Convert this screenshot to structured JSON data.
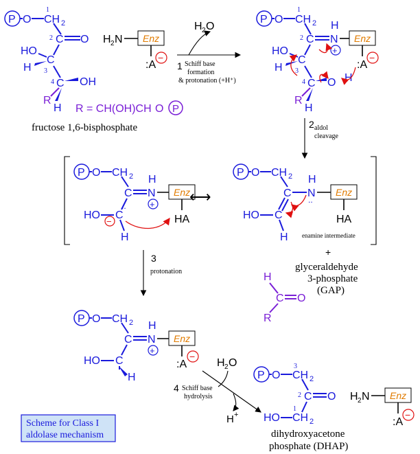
{
  "atoms": {
    "P": "P",
    "O": "O",
    "C": "C",
    "CH2": "CH",
    "sub2": "2",
    "H": "H",
    "HO": "HO",
    "OH": "OH",
    "N": "N",
    "H2N": "H",
    "H2N_N": "N",
    "R": "R",
    "A": ":A",
    "HA": "HA",
    "Enz": "Enz",
    "minus": "−",
    "plus": "+",
    "H2O_H": "H",
    "H2O_O": "O",
    "Hplus": "H",
    "sup_plus": "+",
    "dots": "..",
    "num1": "1",
    "num2": "2",
    "num3": "3",
    "num4": "4"
  },
  "labels": {
    "R_def": "R = CH(OH)CH",
    "R_def_O": "O",
    "substrate": "fructose 1,6-bisphosphate",
    "enamine": "enamine intermediate",
    "plus_sign": "+",
    "gap_line1": "glyceraldehyde",
    "gap_line2": "3-phosphate",
    "gap_line3": "(GAP)",
    "dhap_line1": "dihydroxyacetone",
    "dhap_line2": "phosphate (DHAP)",
    "scheme_line1": "Scheme for Class I",
    "scheme_line2": "aldolase mechanism",
    "resonance": "⟷"
  },
  "steps": [
    {
      "num": "1",
      "line1": "Schiff base",
      "line2": "formation",
      "line3": "& protonation (+H⁺)"
    },
    {
      "num": "2",
      "line1": "aldol",
      "line2": "cleavage"
    },
    {
      "num": "3",
      "line1": "protonation"
    },
    {
      "num": "4",
      "line1": "Schiff base",
      "line2": "hydrolysis"
    }
  ],
  "colors": {
    "molecule": "#1a1adc",
    "substituent": "#7a1fd6",
    "enzyme": "#e07b00",
    "electron_flow": "#e01010",
    "scheme_box_border": "#1a1adc",
    "scheme_box_fill": "#cfe3f7"
  }
}
